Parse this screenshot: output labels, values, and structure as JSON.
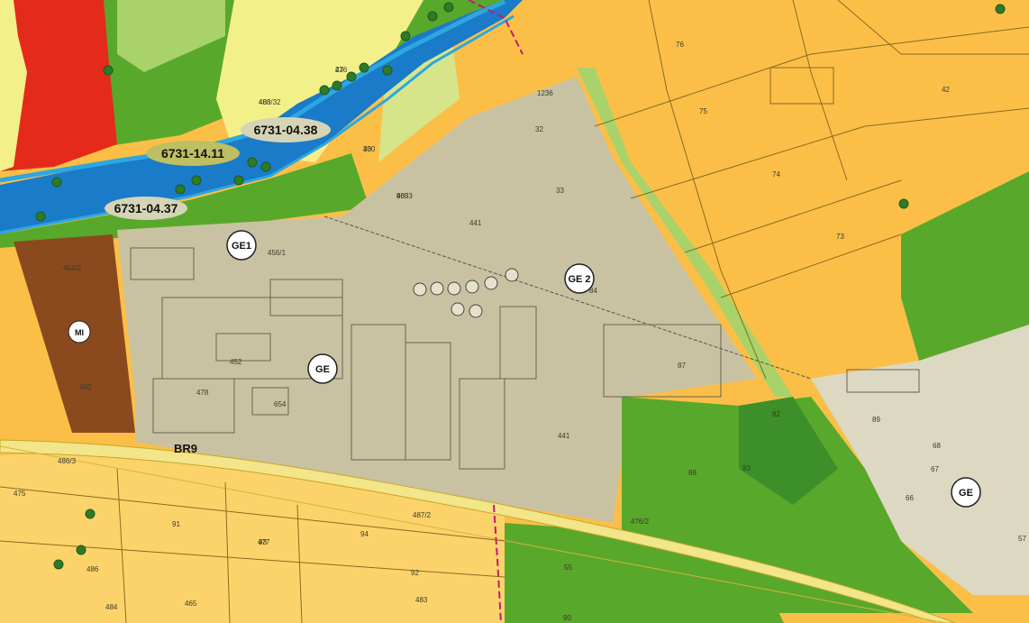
{
  "map": {
    "colors": {
      "agriculture": "#fbbf48",
      "agriculture_light": "#fcd36a",
      "industrial_gray": "#c9c2a2",
      "industrial_light": "#dcd8c2",
      "forest": "#58a82c",
      "forest_dark": "#3d8f2a",
      "meadow": "#a9d26a",
      "meadow_light": "#d7e58a",
      "river": "#1a7bc8",
      "river_edge": "#2da7e0",
      "yellow_zone": "#f3f08a",
      "brown_zone": "#8b4a1e",
      "residential": "#e42a1a",
      "road": "#f2e58a",
      "border_line": "#c2187a"
    },
    "biotope_labels": [
      "6731-14.11",
      "6731-04.38",
      "6731-04.37"
    ],
    "zone_labels": [
      "GE1",
      "GE 2",
      "GE",
      "GE",
      "MI"
    ],
    "road_label": "BR9",
    "parcel_numbers": [
      "408/32",
      "436",
      "430",
      "465",
      "441",
      "1236",
      "32",
      "33",
      "84",
      "87",
      "441",
      "76",
      "75",
      "74",
      "73",
      "42",
      "454/2",
      "460",
      "452",
      "456/1",
      "82",
      "83",
      "88",
      "89",
      "68",
      "67",
      "66",
      "57",
      "55",
      "90",
      "91",
      "93",
      "94",
      "92",
      "487/2",
      "483",
      "486",
      "465",
      "484",
      "486/3",
      "475",
      "477",
      "478",
      "654",
      "476/2",
      "483",
      "27",
      "30",
      "9033"
    ]
  }
}
